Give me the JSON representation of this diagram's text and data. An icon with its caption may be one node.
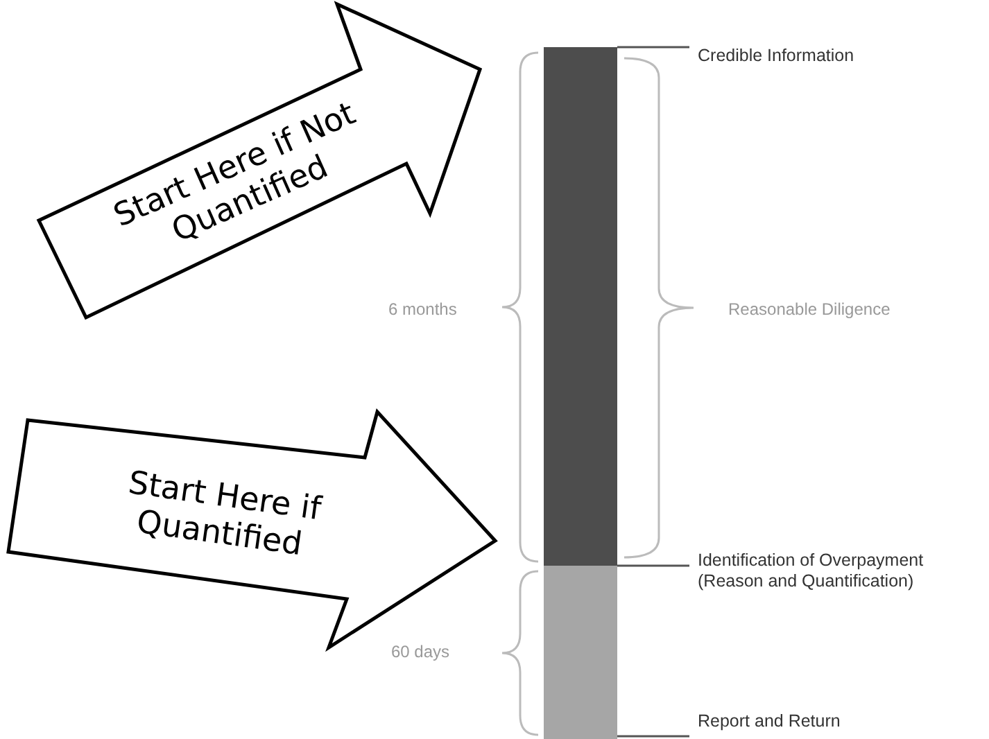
{
  "diagram": {
    "nodes": [
      {
        "text": [
          "Start Here if Not Quantified"
        ]
      },
      {
        "text": [
          "Start Here if Quantified"
        ]
      },
      {
        "text": [],
        "shape": "bar"
      },
      {
        "text": [],
        "shape": "bar"
      },
      {
        "text": [
          "Credible Information"
        ]
      },
      {
        "text": [
          "Identification of Overpayment (Reason and Quantification)"
        ]
      },
      {
        "text": [
          "Report and Return"
        ]
      }
    ],
    "edges": [
      {
        "from": 4,
        "to": 2,
        "arrow": "none"
      },
      {
        "from": 5,
        "to": 2,
        "arrow": "none"
      },
      {
        "from": 6,
        "to": 3,
        "arrow": "none"
      }
    ],
    "labels": [
      "6 months",
      "Reasonable Diligence",
      "60 days"
    ]
  }
}
